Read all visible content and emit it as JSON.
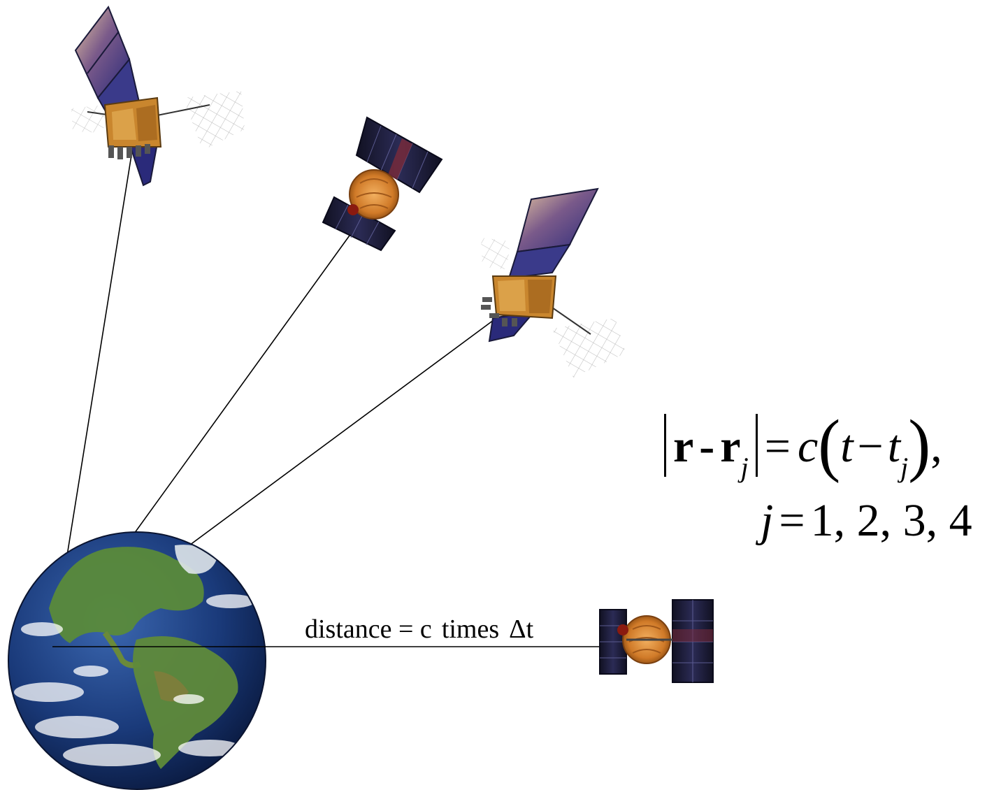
{
  "labels": {
    "distance_main": "distance = c",
    "distance_times": "times",
    "distance_delta": "Δt"
  },
  "equation": {
    "r": "r",
    "minus_bold": "-",
    "r2": "r",
    "sub_j": "j",
    "equals": "=",
    "c": "c",
    "lparen": "(",
    "t": "t",
    "minus": "−",
    "t2": "t",
    "sub_j2": "j",
    "rparen": ")",
    "comma": ",",
    "line2_j": "j",
    "line2_equals": "=",
    "line2_values": "1, 2, 3, 4"
  },
  "colors": {
    "ocean": "#1a3a7a",
    "land": "#4a7a3a",
    "gold_foil": "#c9862e",
    "panel_dark": "#1c1c3a",
    "panel_blue": "#3a3f8f",
    "line": "#000000"
  },
  "icons": [
    "earth-globe-icon",
    "gps-satellite-icon",
    "galileo-satellite-icon"
  ]
}
